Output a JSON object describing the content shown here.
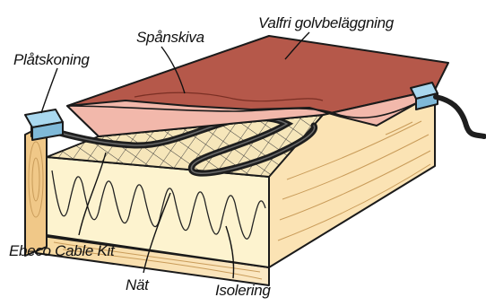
{
  "labels": {
    "flooring": "Valfri golvbeläggning",
    "chipboard": "Spånskiva",
    "sheet_metal_cone": "Plåtskoning",
    "cable_kit": "Ebeco Cable Kit",
    "mesh": "Nät",
    "insulation": "Isolering"
  },
  "colors": {
    "flooring": "#b5584a",
    "chipboard": "#f2b8ab",
    "wood_light": "#fbe3b4",
    "wood_mid": "#f3cf90",
    "insulation": "#fdf3cf",
    "mesh": "#f6e6ba",
    "cable": "#1e1e1e",
    "connector": "#a9d8ef",
    "outline": "#1a1a1a"
  }
}
